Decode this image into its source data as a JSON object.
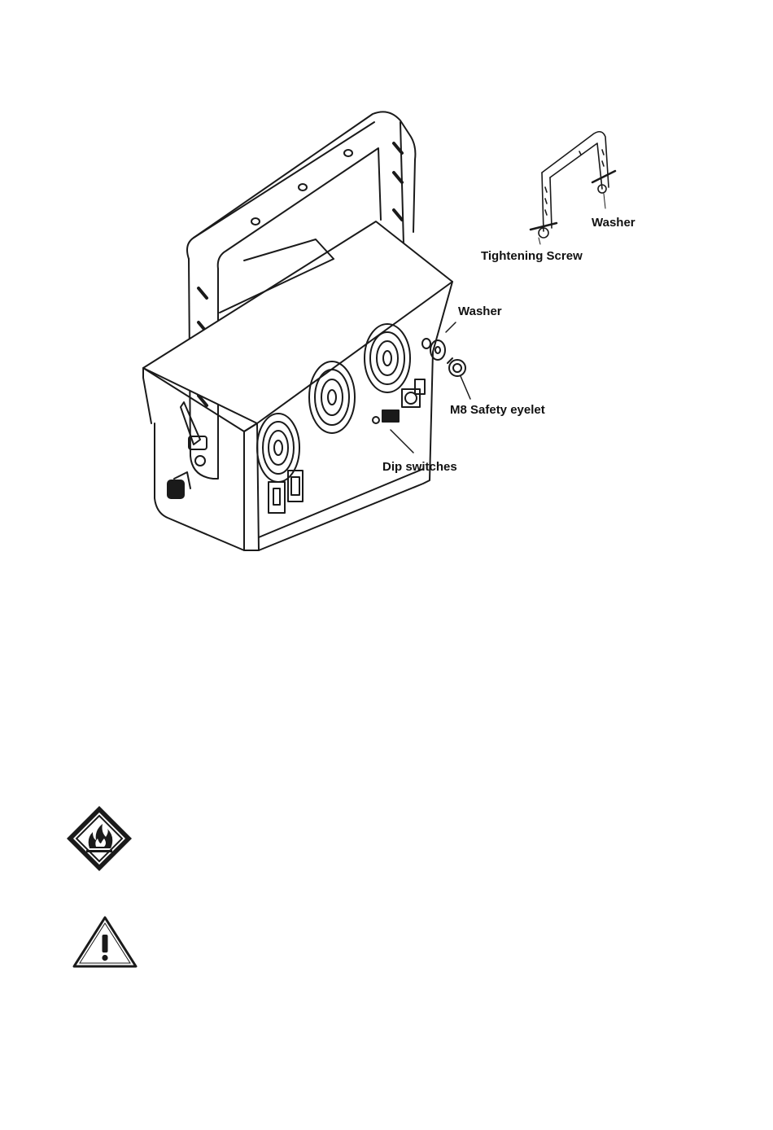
{
  "diagram": {
    "labels": {
      "washer_top": "Washer",
      "tightening_screw": "Tightening Screw",
      "washer_main": "Washer",
      "safety_eyelet": "M8 Safety eyelet",
      "dip_switches": "Dip switches"
    }
  },
  "icons": {
    "fire": "flammable-warning-icon",
    "warning": "exclamation-warning-icon"
  },
  "colors": {
    "line": "#1a1a1a",
    "background": "#ffffff"
  }
}
